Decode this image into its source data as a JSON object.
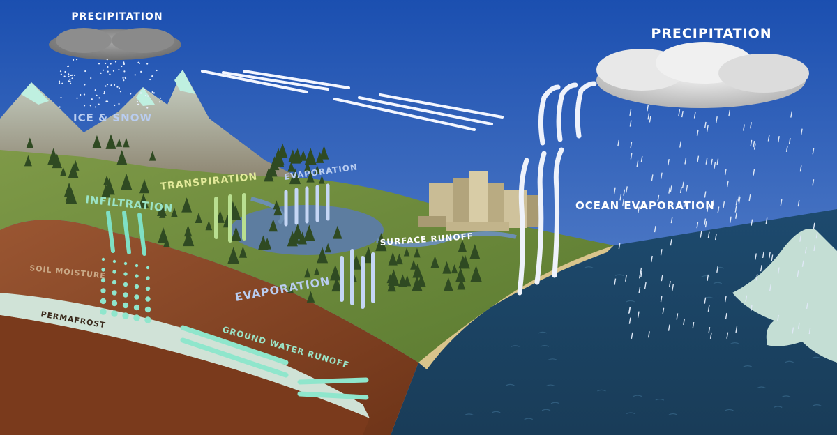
{
  "labels": {
    "precipitation_left": "PRECIPITATION",
    "precipitation_right": "PRECIPITATION",
    "ice_snow": "ICE & SNOW",
    "transpiration": "TRANSPIRATION",
    "evaporation_lake": "EVAPORATION",
    "infiltration": "INFILTRATION",
    "ocean_evaporation": "OCEAN EVAPORATION",
    "surface_runoff": "SURFACE RUNOFF",
    "soil_moisture": "SOIL MOISTURE",
    "evaporation_ground": "EVAPORATION",
    "permafrost": "PERMAFROST",
    "ground_water_runoff": "GROUND WATER RUNOFF"
  },
  "colors": {
    "sky_top": "#1b4fb0",
    "sky_bottom": "#aebfe0",
    "ocean": "#1f4d70",
    "grass": "#6f8a3c",
    "soil": "#8b4a2a",
    "permafrost": "#cfe7dc",
    "lake": "#5d7da0",
    "label_white": "#ffffff",
    "label_blue": "#b9cdf0",
    "label_yellow": "#e3ea9a",
    "label_teal": "#9be3c6",
    "label_soil": "#c9a886",
    "arrow_teal": "#7fe0c4",
    "arrow_green": "#b9df90",
    "arrow_blue": "#c5d6f5"
  }
}
